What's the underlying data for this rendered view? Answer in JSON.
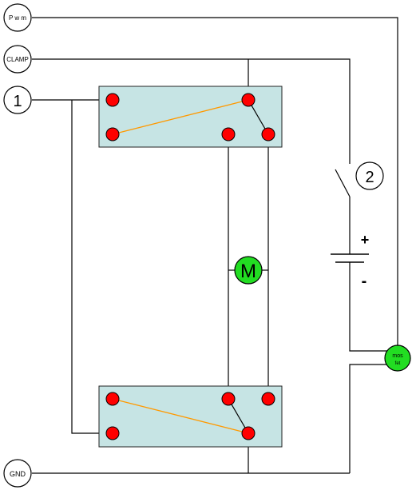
{
  "terminals": {
    "pwm": "P w m",
    "clamp": "CLAMP",
    "input_one": "1",
    "gnd": "GND",
    "switch_two": "2"
  },
  "components": {
    "motor": "M",
    "mosfet_line1": "mos",
    "mosfet_line2": "fet"
  },
  "battery": {
    "plus": "+",
    "minus": "-"
  },
  "colors": {
    "relay_fill": "#c6e4e4",
    "contact_red": "#ff0000",
    "armature": "#ff9900",
    "motor_green": "#22dd22",
    "mosfet_green": "#22dd22",
    "wire": "#000000"
  }
}
